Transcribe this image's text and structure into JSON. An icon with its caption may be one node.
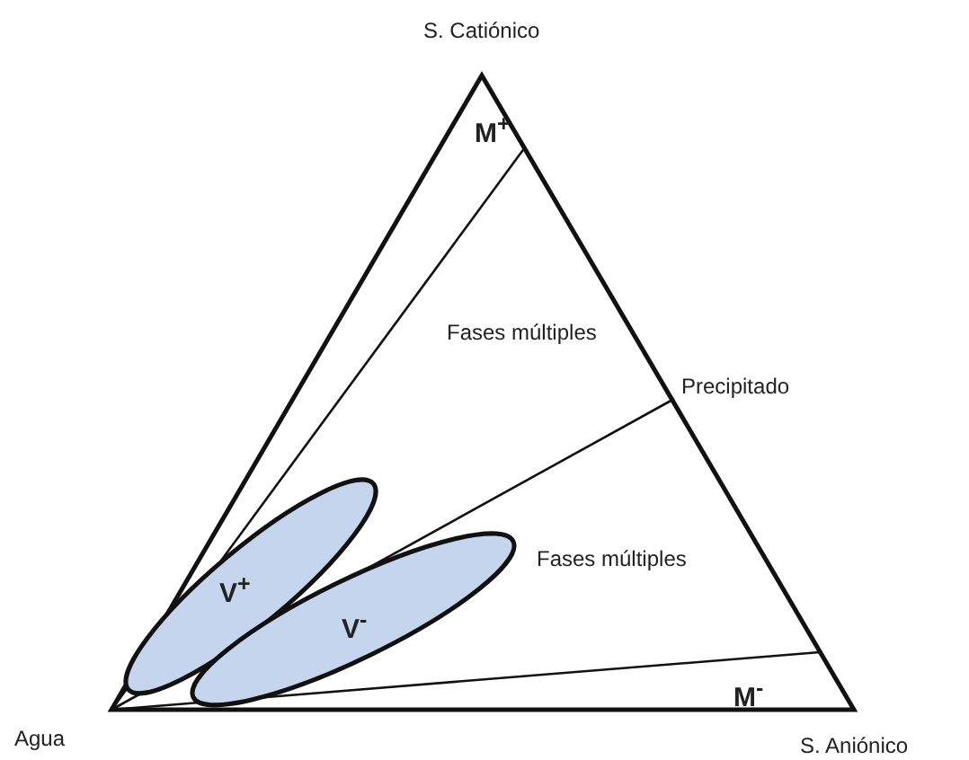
{
  "diagram": {
    "nodes": [
      {
        "text": [
          "V$^{+}$"
        ]
      },
      {
        "text": [
          "V$^{-}$"
        ]
      }
    ],
    "labels": [
      "S. Catiónico",
      "M$^{+}$",
      "Fases múltiples",
      "Precipitado",
      "Fases múltiples",
      "Agua",
      "M$^{-}$",
      "S. Aniónico"
    ]
  }
}
